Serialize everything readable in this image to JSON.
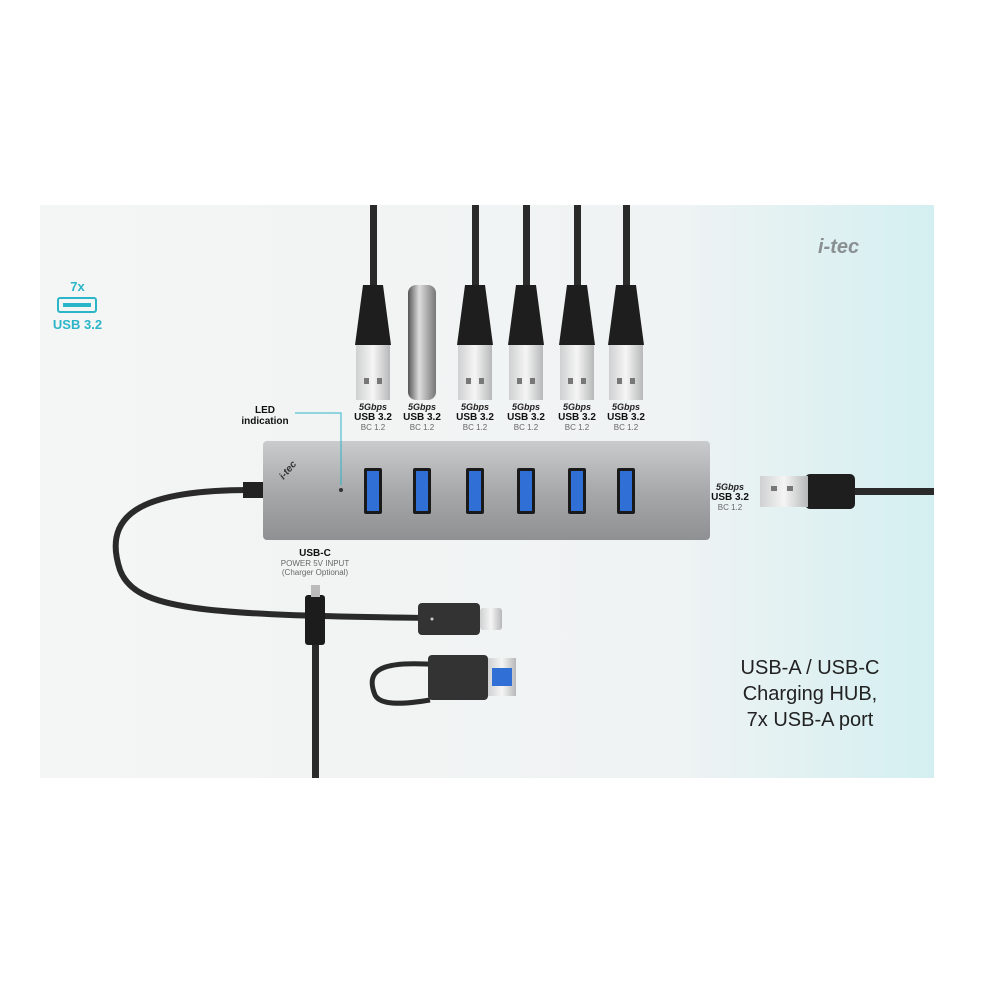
{
  "brand": "i-tec",
  "badge": {
    "count": "7x",
    "label": "USB 3.2"
  },
  "led_label": [
    "LED",
    "indication"
  ],
  "port_labels": [
    {
      "speed": "5Gbps",
      "standard": "USB 3.2",
      "charging": "BC 1.2"
    },
    {
      "speed": "5Gbps",
      "standard": "USB 3.2",
      "charging": "BC 1.2"
    },
    {
      "speed": "5Gbps",
      "standard": "USB 3.2",
      "charging": "BC 1.2"
    },
    {
      "speed": "5Gbps",
      "standard": "USB 3.2",
      "charging": "BC 1.2"
    },
    {
      "speed": "5Gbps",
      "standard": "USB 3.2",
      "charging": "BC 1.2"
    },
    {
      "speed": "5Gbps",
      "standard": "USB 3.2",
      "charging": "BC 1.2"
    }
  ],
  "side_port": {
    "speed": "5Gbps",
    "standard": "USB 3.2",
    "charging": "BC 1.2"
  },
  "power_input": {
    "title": "USB-C",
    "line1": "POWER 5V INPUT",
    "line2": "(Charger Optional)"
  },
  "headline": [
    "USB-A / USB-C",
    "Charging HUB,",
    "7x USB-A port"
  ],
  "colors": {
    "accent": "#2bb5c8",
    "hub": "#a9abad",
    "port": "#2f6fd6",
    "cable": "#222222"
  }
}
